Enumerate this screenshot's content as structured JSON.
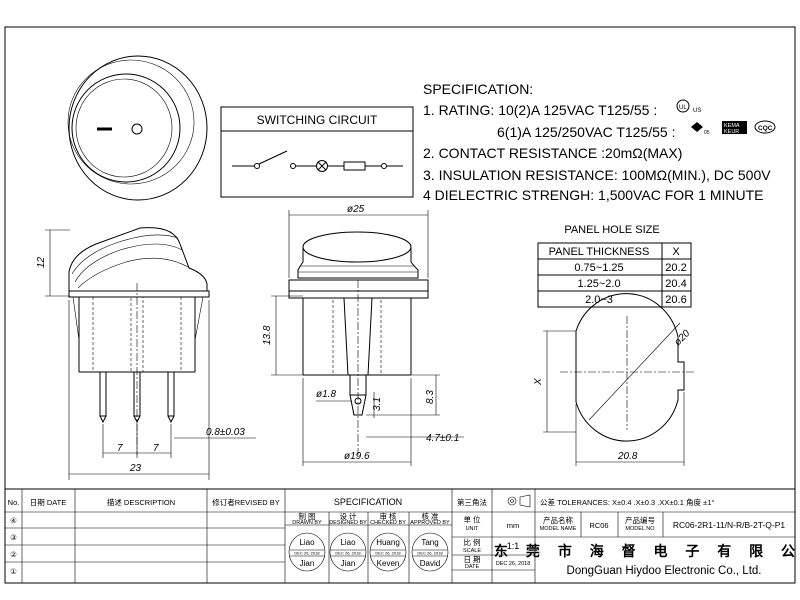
{
  "switching_circuit": {
    "title": "SWITCHING CIRCUIT"
  },
  "specification": {
    "heading": "SPECIFICATION:",
    "line1": "1. RATING: 10(2)A 125VAC T125/55 :",
    "line1b": "6(1)A 125/250VAC T125/55 :",
    "line2": "2. CONTACT RESISTANCE :20mΩ(MAX)",
    "line3": "3. INSULATION RESISTANCE: 100MΩ(MIN.), DC 500V",
    "line4": "4 DIELECTRIC STRENGH: 1,500VAC FOR 1 MINUTE"
  },
  "cert_marks": {
    "m1": "UL",
    "m2": "ENEC",
    "m3": "KEMA KEUR",
    "m4": "CQC"
  },
  "panel_hole": {
    "title": "PANEL HOLE SIZE",
    "col1": "PANEL THICKNESS",
    "col2": "X",
    "rows": [
      {
        "t": "0.75~1.25",
        "x": "20.2"
      },
      {
        "t": "1.25~2.0",
        "x": "20.4"
      },
      {
        "t": "2.0~3",
        "x": "20.6"
      }
    ]
  },
  "dimensions": {
    "d25": "ø25",
    "h12": "12",
    "h138": "13.8",
    "d18": "ø1.8",
    "d31": "3.1",
    "d83": "8.3",
    "d47": "4.7±0.1",
    "d196": "ø19.6",
    "d7a": "7",
    "d7b": "7",
    "d23": "23",
    "d08": "0.8±0.03",
    "d20": "ø20",
    "x": "X",
    "d208": "20.8"
  },
  "title_block": {
    "col_no": "No.",
    "col_date": "日期 DATE",
    "col_desc": "描述 DESCRIPTION",
    "col_rev": "修订者REVISED BY",
    "col_spec": "SPECIFICATION",
    "angle": "第三角法",
    "tolerances": "公差 TOLERANCES: X±0.4  .X±0.3  .XX±0.1  角度 ±1°",
    "rev": [
      "④",
      "③",
      "②",
      "①"
    ],
    "drawn_cn": "制 图",
    "drawn_en": "DRAWN BY",
    "design_cn": "设 计",
    "design_en": "DESIGNED BY",
    "check_cn": "审 核",
    "check_en": "CHECKED BY",
    "approve_cn": "核 准",
    "approve_en": "APPROVED BY",
    "stamp1": {
      "top": "Liao",
      "date": "DEC 26, 2018",
      "bot": "Jian"
    },
    "stamp2": {
      "top": "Liao",
      "date": "DEC 26, 2018",
      "bot": "Jian"
    },
    "stamp3": {
      "top": "Huang",
      "date": "DEC 26, 2018",
      "bot": "Keven"
    },
    "stamp4": {
      "top": "Tang",
      "date": "DEC 26, 2018",
      "bot": "David"
    },
    "unit_cn": "单 位",
    "unit_en": "UNIT",
    "unit": "mm",
    "scale_cn": "比 例",
    "scale_en": "SCALE",
    "scale": "1:1",
    "date_cn": "日 期",
    "date_en": "DATE",
    "date": "DEC 26, 2018",
    "model_name_cn": "产品名称",
    "model_name_en": "MODEL NAME",
    "model_name": "RC06",
    "model_no_cn": "产品编号",
    "model_no_en": "MODEL NO",
    "model_no": "RC06-2R1-11/N-R/B-2T-Q-P1",
    "company_cn": "东 莞 市 海 督 电 子 有 限 公 司",
    "company_en": "DongGuan Hiydoo Electronic  Co., Ltd."
  }
}
